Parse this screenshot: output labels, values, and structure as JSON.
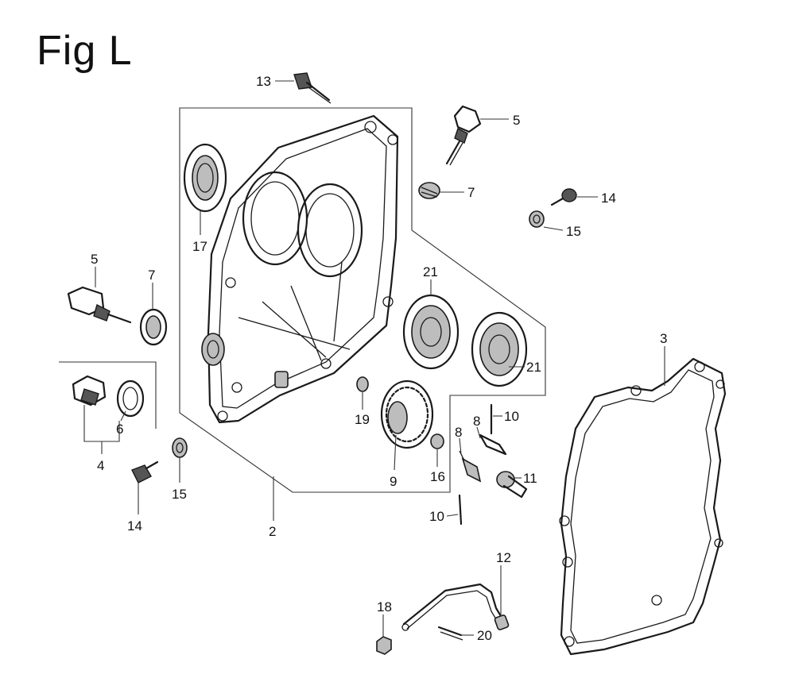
{
  "figure": {
    "title": "Fig L"
  },
  "callouts": [
    {
      "id": "c13",
      "label": "13"
    },
    {
      "id": "c5a",
      "label": "5"
    },
    {
      "id": "c7a",
      "label": "7"
    },
    {
      "id": "c14a",
      "label": "14"
    },
    {
      "id": "c15a",
      "label": "15"
    },
    {
      "id": "c17",
      "label": "17"
    },
    {
      "id": "c5b",
      "label": "5"
    },
    {
      "id": "c7b",
      "label": "7"
    },
    {
      "id": "c21a",
      "label": "21"
    },
    {
      "id": "c21b",
      "label": "21"
    },
    {
      "id": "c3",
      "label": "3"
    },
    {
      "id": "c19",
      "label": "19"
    },
    {
      "id": "c6",
      "label": "6"
    },
    {
      "id": "c4",
      "label": "4"
    },
    {
      "id": "c14b",
      "label": "14"
    },
    {
      "id": "c15b",
      "label": "15"
    },
    {
      "id": "c10a",
      "label": "10"
    },
    {
      "id": "c8a",
      "label": "8"
    },
    {
      "id": "c8b",
      "label": "8"
    },
    {
      "id": "c9",
      "label": "9"
    },
    {
      "id": "c16",
      "label": "16"
    },
    {
      "id": "c11",
      "label": "11"
    },
    {
      "id": "c2",
      "label": "2"
    },
    {
      "id": "c10b",
      "label": "10"
    },
    {
      "id": "c12",
      "label": "12"
    },
    {
      "id": "c18",
      "label": "18"
    },
    {
      "id": "c20",
      "label": "20"
    }
  ]
}
